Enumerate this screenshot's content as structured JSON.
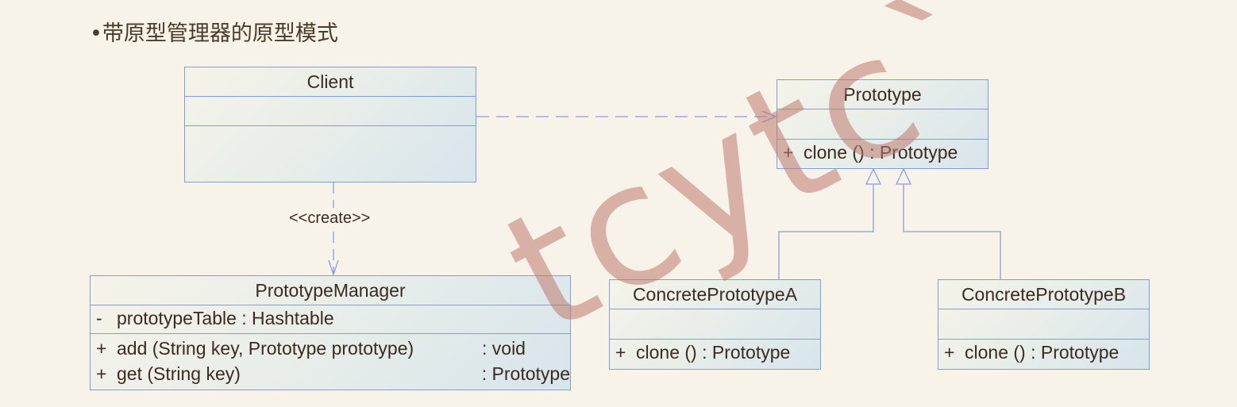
{
  "title": "•带原型管理器的原型模式",
  "stereotype": "<<create>>",
  "classes": {
    "client": {
      "name": "Client"
    },
    "prototype": {
      "name": "Prototype",
      "operations": [
        {
          "visibility": "+",
          "signature": "clone ()",
          "return": ": Prototype"
        }
      ]
    },
    "manager": {
      "name": "PrototypeManager",
      "attributes": [
        {
          "visibility": "-",
          "text": "prototypeTable  : Hashtable"
        }
      ],
      "operations": [
        {
          "visibility": "+",
          "signature": "add (String key, Prototype prototype)",
          "return": ": void"
        },
        {
          "visibility": "+",
          "signature": "get (String key)",
          "return": ": Prototype"
        }
      ]
    },
    "concreteA": {
      "name": "ConcretePrototypeA",
      "operations": [
        {
          "visibility": "+",
          "signature": "clone ()",
          "return": ": Prototype"
        }
      ]
    },
    "concreteB": {
      "name": "ConcretePrototypeB",
      "operations": [
        {
          "visibility": "+",
          "signature": "clone ()",
          "return": ": Prototype"
        }
      ]
    }
  },
  "watermark": "tcytc`",
  "colors": {
    "background": "#f8f3e8",
    "border": "#7f9fdc",
    "connector": "#8c9be0",
    "text": "#3c2a20"
  }
}
